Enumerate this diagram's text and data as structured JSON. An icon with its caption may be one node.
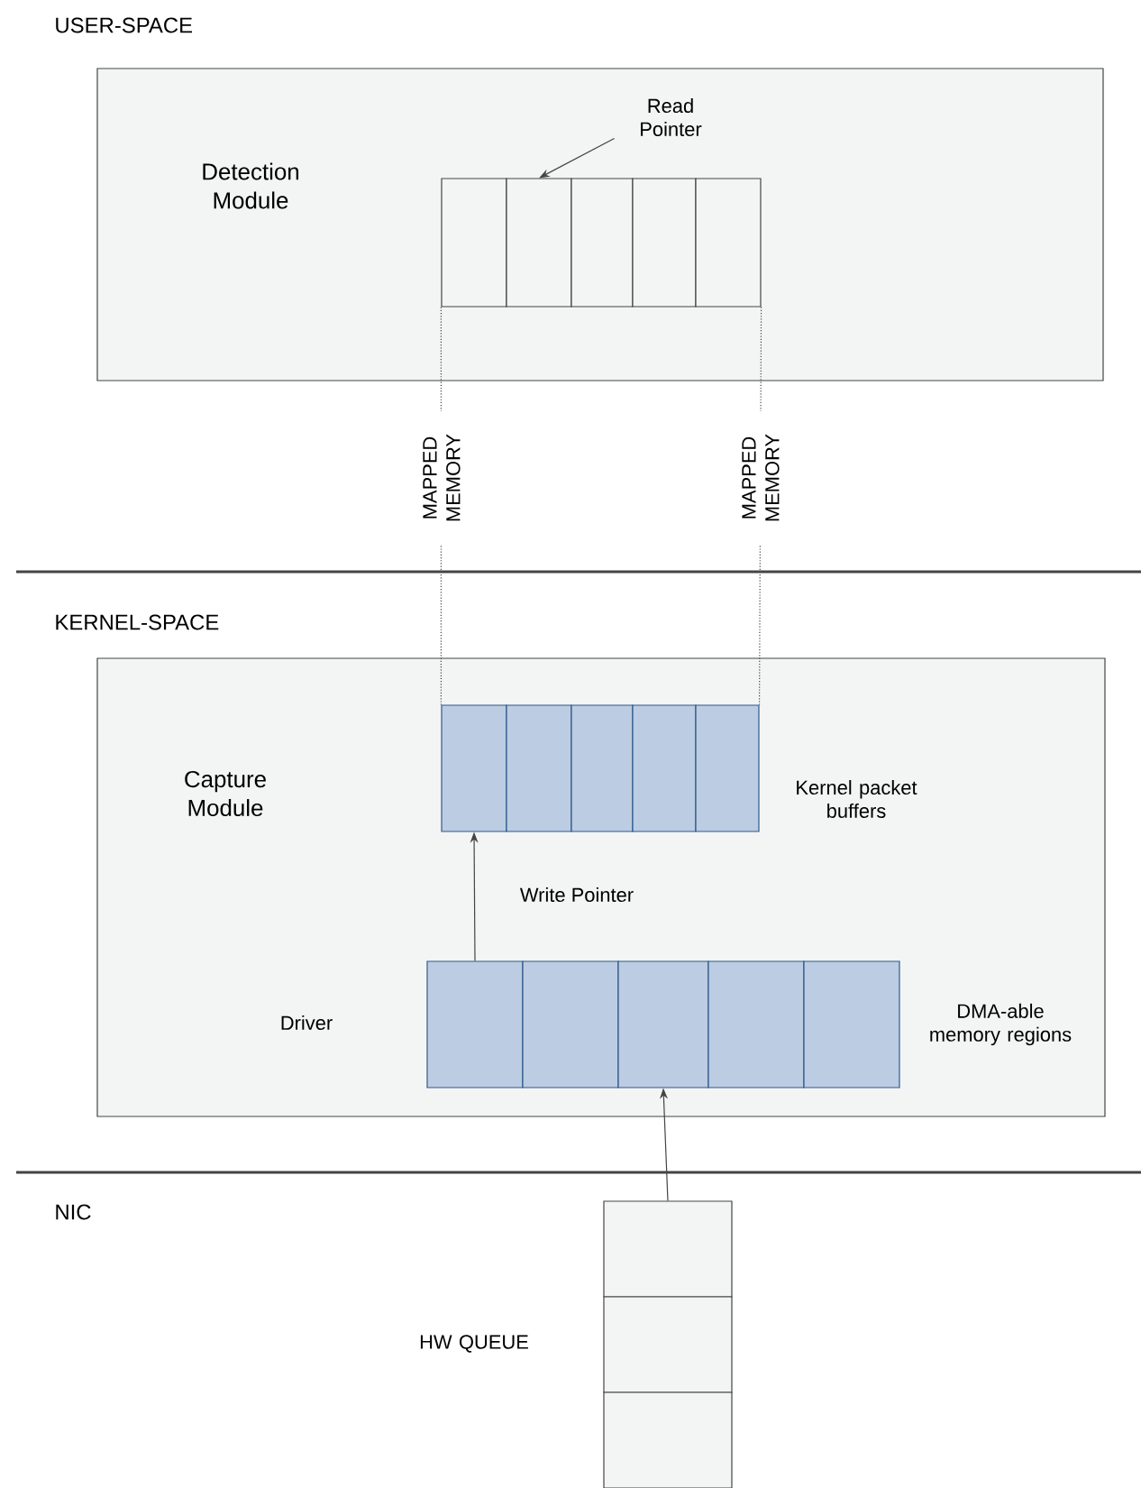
{
  "diagram": {
    "nodes": [
      {
        "text": [
          "Detection Module"
        ]
      },
      {
        "text": [],
        "shape": "box",
        "in": 0
      },
      {
        "text": [],
        "shape": "box",
        "in": 0
      },
      {
        "text": [],
        "shape": "box",
        "in": 0
      },
      {
        "text": [],
        "shape": "box",
        "in": 0
      },
      {
        "text": [],
        "shape": "box",
        "in": 0
      },
      {
        "text": [
          "Read Pointer"
        ],
        "in": 0
      },
      {
        "text": [
          "Capture Module"
        ]
      },
      {
        "text": [],
        "shape": "box",
        "in": 7
      },
      {
        "text": [],
        "shape": "box",
        "in": 7
      },
      {
        "text": [],
        "shape": "box",
        "in": 7
      },
      {
        "text": [],
        "shape": "box",
        "in": 7
      },
      {
        "text": [],
        "shape": "box",
        "in": 7
      },
      {
        "text": [],
        "shape": "box",
        "in": 7
      },
      {
        "text": [],
        "shape": "box",
        "in": 7
      },
      {
        "text": [],
        "shape": "box",
        "in": 7
      },
      {
        "text": [],
        "shape": "box",
        "in": 7
      },
      {
        "text": [],
        "shape": "box",
        "in": 7
      },
      {
        "text": [],
        "shape": "box"
      },
      {
        "text": [],
        "shape": "box"
      },
      {
        "text": [],
        "shape": "box"
      }
    ],
    "edges": [
      {
        "from": 6,
        "to": 2,
        "arrow": "to"
      },
      {
        "from": 1,
        "to": 8,
        "arrow": "none",
        "style": "dashed",
        "label": "MAPPED MEMORY"
      },
      {
        "from": 5,
        "to": 12,
        "arrow": "none",
        "style": "dashed",
        "label": "MAPPED MEMORY"
      },
      {
        "from": 13,
        "to": 8,
        "arrow": "to",
        "label": "Write Pointer"
      },
      {
        "from": 18,
        "to": 15,
        "arrow": "to"
      }
    ],
    "labels": [
      "USER-SPACE",
      "KERNEL-SPACE",
      "Kernel packet buffers",
      "Driver",
      "DMA-able memory regions",
      "NIC",
      "HW QUEUE"
    ]
  }
}
